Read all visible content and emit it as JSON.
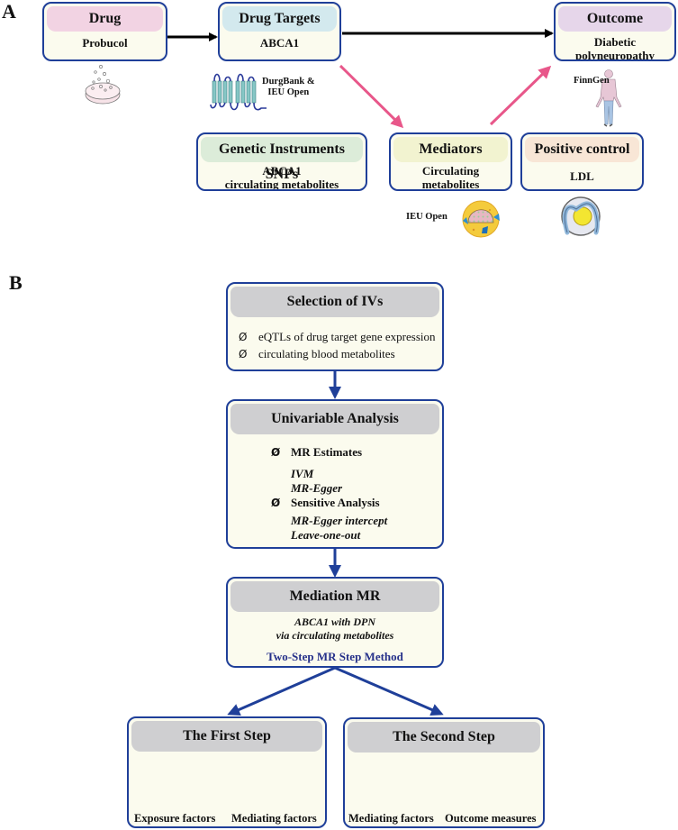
{
  "panel_a": {
    "label": "A",
    "boxes": {
      "drug": {
        "title": "Drug",
        "value": "Probucol",
        "header_color": "#f2d3e3"
      },
      "drug_targets": {
        "title": "Drug Targets",
        "value": "ABCA1",
        "header_color": "#d3e9ee"
      },
      "outcome": {
        "title": "Outcome",
        "value_line1": "Diabetic",
        "value_line2": "polyneuropathy",
        "header_color": "#e6d6ea"
      },
      "genetic": {
        "title": "Genetic Instruments SNPs",
        "value_line1": "ABCA1",
        "value_line2": "circulating metabolites",
        "header_color": "#dcecd9"
      },
      "mediators": {
        "title": "Mediators",
        "value_line1": "Circulating",
        "value_line2": "metabolites",
        "header_color": "#f2f3d0"
      },
      "positive_control": {
        "title": "Positive control",
        "value": "LDL",
        "header_color": "#f8e6d6"
      }
    },
    "sources": {
      "drug_targets_line1": "DurgBank &",
      "drug_targets_line2": "IEU Open",
      "outcome": "FinnGen",
      "mediators": "IEU Open"
    },
    "arrow_colors": {
      "direct": "#000000",
      "mediation": "#e8578a"
    }
  },
  "panel_b": {
    "label": "B",
    "selection": {
      "title": "Selection of IVs",
      "items": [
        "eQTLs of drug target gene expression",
        "circulating blood metabolites"
      ]
    },
    "univariable": {
      "title": "Univariable Analysis",
      "groups": [
        {
          "heading": "MR Estimates",
          "methods": [
            "IVM",
            "MR-Egger"
          ]
        },
        {
          "heading": "Sensitive Analysis",
          "methods": [
            "MR-Egger intercept",
            "Leave-one-out"
          ]
        }
      ]
    },
    "mediation": {
      "title": "Mediation MR",
      "line1": "ABCA1 with DPN",
      "line2": "via circulating metabolites",
      "method": "Two-Step MR Step Method",
      "method_color": "#26318a"
    },
    "first_step": {
      "title": "The First Step",
      "left_caption": "Exposure factors",
      "right_caption": "Mediating factors"
    },
    "second_step": {
      "title": "The Second Step",
      "left_caption": "Mediating factors",
      "right_caption": "Outcome measures"
    },
    "bullet_symbol": "Ø",
    "arrow_color": "#1f3f99",
    "step_arrow_color": "#e8578a"
  }
}
